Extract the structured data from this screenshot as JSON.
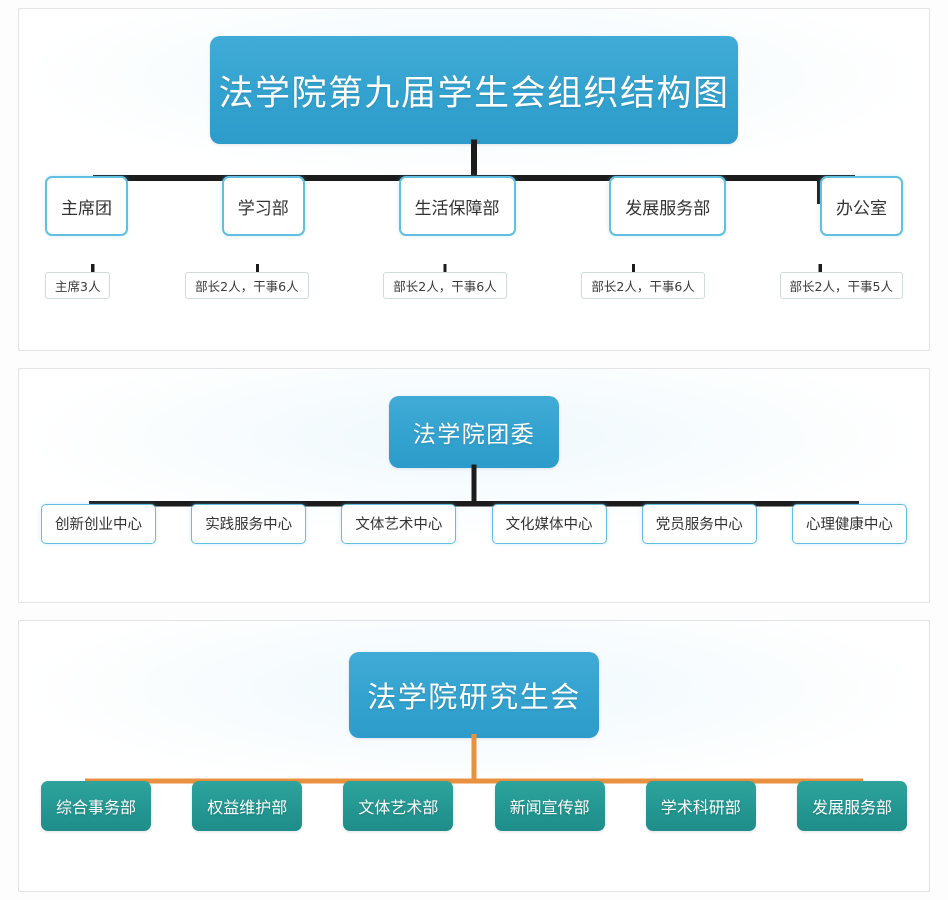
{
  "colors": {
    "header_blue": "#33a2cf",
    "node_border_blue": "#62bfe0",
    "connector_dark": "#1c1c1c",
    "connector_orange": "#e9913e",
    "teal_box": "#23968f",
    "panel_border": "#e3e3e3",
    "page_background": "#fdfdfd"
  },
  "chart_data": {
    "type": "diagram",
    "diagram_kind": "organization-chart",
    "sections": 3
  },
  "section_students": {
    "title": "法学院第九届学生会组织结构图",
    "connector_color": "#1c1c1c",
    "departments": [
      {
        "name": "主席团",
        "staffing": "主席3人"
      },
      {
        "name": "学习部",
        "staffing": "部长2人，干事6人"
      },
      {
        "name": "生活保障部",
        "staffing": "部长2人，干事6人"
      },
      {
        "name": "发展服务部",
        "staffing": "部长2人，干事6人"
      },
      {
        "name": "办公室",
        "staffing": "部长2人，干事5人"
      }
    ]
  },
  "section_youth_league": {
    "title": "法学院团委",
    "connector_color": "#1c1c1c",
    "centers": [
      {
        "name": "创新创业中心"
      },
      {
        "name": "实践服务中心"
      },
      {
        "name": "文体艺术中心"
      },
      {
        "name": "文化媒体中心"
      },
      {
        "name": "党员服务中心"
      },
      {
        "name": "心理健康中心"
      }
    ]
  },
  "section_graduate": {
    "title": "法学院研究生会",
    "connector_color": "#e9913e",
    "departments": [
      {
        "name": "综合事务部"
      },
      {
        "name": "权益维护部"
      },
      {
        "name": "文体艺术部"
      },
      {
        "name": "新闻宣传部"
      },
      {
        "name": "学术科研部"
      },
      {
        "name": "发展服务部"
      }
    ]
  }
}
